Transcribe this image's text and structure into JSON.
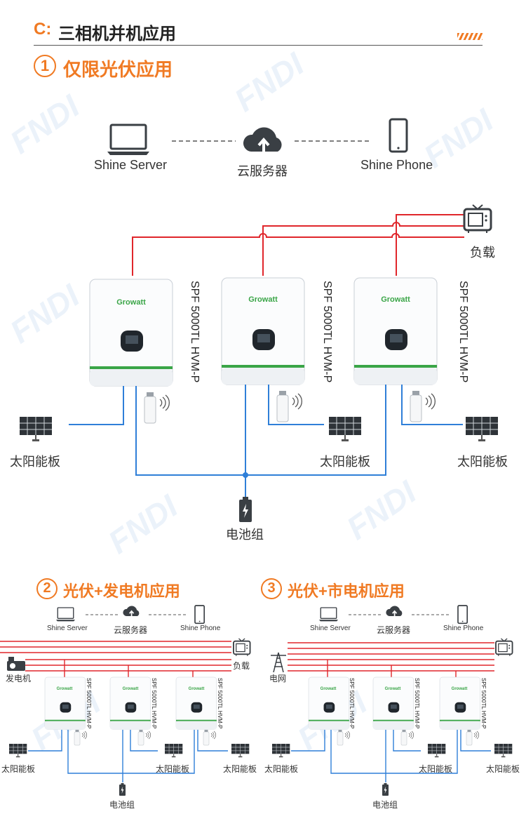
{
  "header": {
    "prefix": "C:",
    "title": "三相机并机应用"
  },
  "watermark": "FNDI",
  "section1": {
    "number": "1",
    "title": "仅限光伏应用",
    "server_label": "Shine Server",
    "cloud_label": "云服务器",
    "phone_label": "Shine Phone",
    "load_label": "负载",
    "battery_label": "电池组",
    "inverter_brand": "Growatt",
    "inverter_model": "SPF 5000TL HVM-P",
    "solar_labels": [
      "太阳能板",
      "太阳能板",
      "太阳能板"
    ]
  },
  "section2": {
    "number": "2",
    "title": "光伏+发电机应用",
    "server_label": "Shine Server",
    "cloud_label": "云服务器",
    "phone_label": "Shine Phone",
    "load_label": "负载",
    "source_label": "发电机",
    "battery_label": "电池组",
    "inverter_brand": "Growatt",
    "inverter_model": "SPF 5000TL HVM-P",
    "solar_labels": [
      "太阳能板",
      "太阳能板",
      "太阳能板"
    ]
  },
  "section3": {
    "number": "3",
    "title": "光伏+市电机应用",
    "server_label": "Shine Server",
    "cloud_label": "云服务器",
    "phone_label": "Shine Phone",
    "source_label": "电网",
    "battery_label": "电池组",
    "inverter_brand": "Growatt",
    "inverter_model": "SPF 5000TL HVM-P",
    "solar_labels": [
      "太阳能板",
      "太阳能板",
      "太阳能板"
    ]
  },
  "colors": {
    "accent": "#f07a23",
    "ac_line": "#e0262b",
    "dc_line": "#2f7fd8",
    "inverter_stripe": "#3aa547"
  },
  "icons": [
    "laptop-icon",
    "cloud-upload-icon",
    "phone-icon",
    "tv-icon",
    "battery-icon",
    "solar-panel-icon",
    "wifi-dongle-icon",
    "generator-icon",
    "power-tower-icon"
  ]
}
